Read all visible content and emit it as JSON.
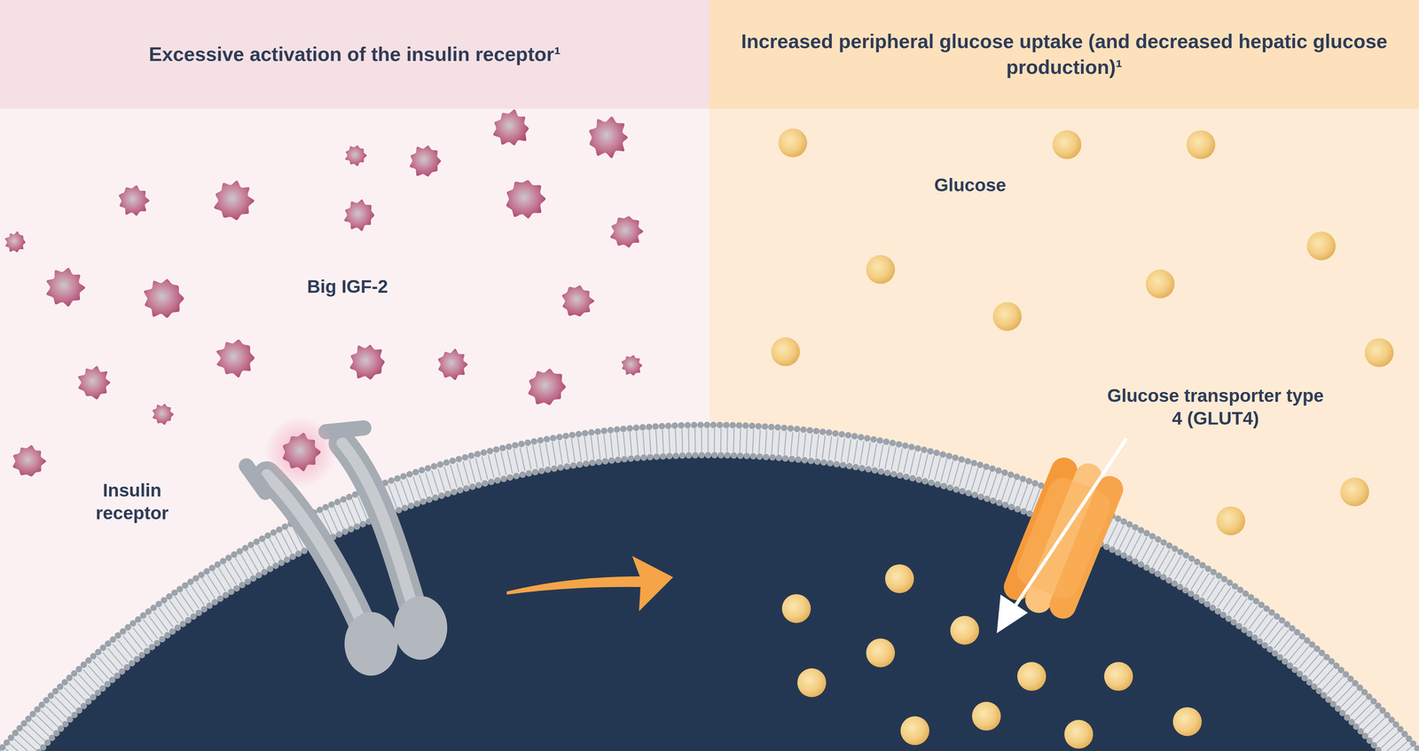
{
  "diagram": {
    "nodes": [
      {
        "text": [
          "Excessive activation of the insulin receptor¹"
        ]
      },
      {
        "text": [
          "Increased peripheral glucose uptake (and decreased hepatic glucose production)¹"
        ]
      }
    ],
    "labels": [
      "Big IGF-2",
      "Insulin receptor",
      "Glucose",
      "Glucose transporter type 4 (GLUT4)"
    ]
  }
}
